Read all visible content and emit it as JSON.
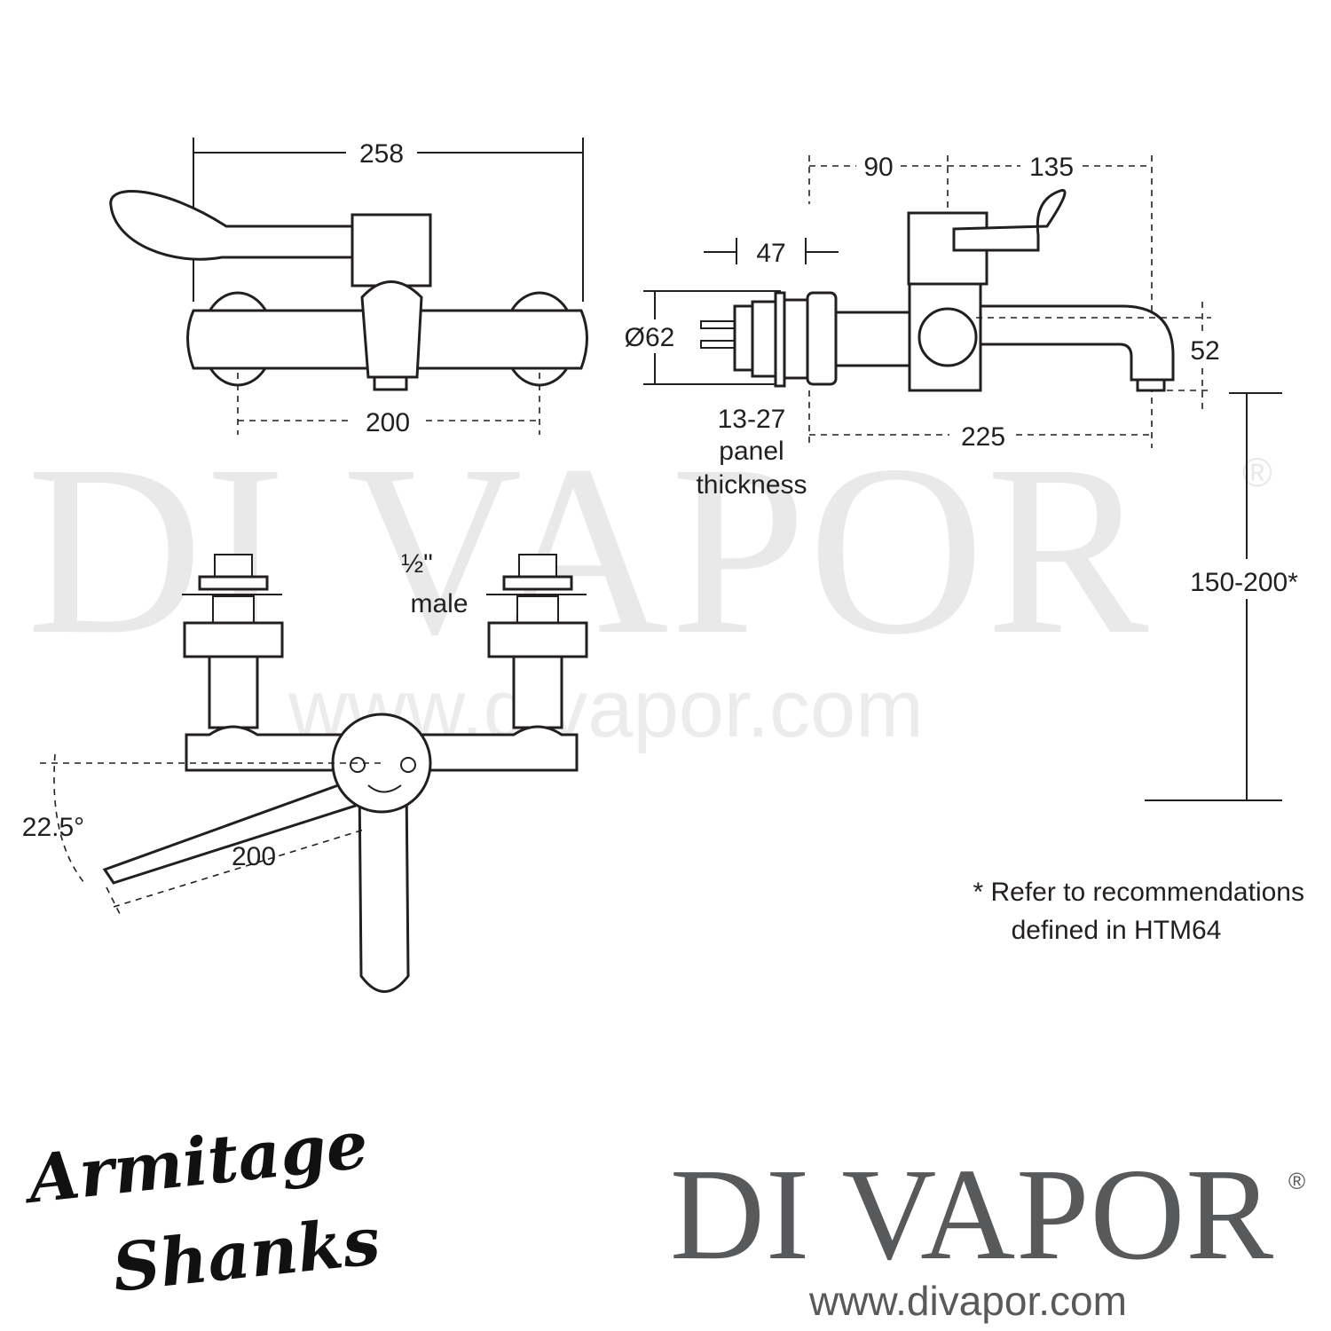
{
  "watermark": {
    "name": "DI VAPOR",
    "registered": "®",
    "url": "www.divapor.com"
  },
  "front_view": {
    "overall_width": "258",
    "centres": "200"
  },
  "side_view": {
    "dim_90": "90",
    "dim_135": "135",
    "dim_47": "47",
    "diameter": "Ø62",
    "dim_52": "52",
    "dim_225": "225",
    "panel_line1": "13-27",
    "panel_line2": "panel",
    "panel_line3": "thickness",
    "spout_height": "150-200*"
  },
  "plan_view": {
    "inlet_fraction": "½\"",
    "inlet_type": "male",
    "lever_angle": "22.5°",
    "lever_length": "200"
  },
  "note": {
    "line1": "* Refer to recommendations",
    "line2": "defined in HTM64"
  },
  "brand_manufacturer": {
    "line1": "Armitage",
    "line2": "Shanks"
  },
  "brand_retailer": {
    "name": "DI VAPOR",
    "registered": "®",
    "url": "www.divapor.com"
  },
  "colors": {
    "line": "#231f20",
    "watermark": "#e9e9e9",
    "brand_grey": "#58595b"
  }
}
